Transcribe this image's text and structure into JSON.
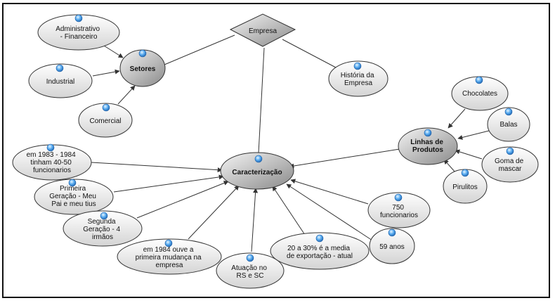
{
  "diagram": {
    "root": "Empresa",
    "nodes": {
      "empresa": [
        "Empresa"
      ],
      "setores": [
        "Setores"
      ],
      "administrativo": [
        "Administrativo",
        "- Financeiro"
      ],
      "industrial": [
        "Industrial"
      ],
      "comercial": [
        "Comercial"
      ],
      "historia": [
        "História da",
        "Empresa"
      ],
      "caracterizacao": [
        "Caracterização"
      ],
      "linhas": [
        "Linhas de",
        "Produtos"
      ],
      "chocolates": [
        "Chocolates"
      ],
      "balas": [
        "Balas"
      ],
      "goma": [
        "Goma de",
        "mascar"
      ],
      "pirulitos": [
        "Pirulitos"
      ],
      "em1983": [
        "em 1983 - 1984",
        "tinham 40-50",
        "funcionarios"
      ],
      "primeira": [
        "Primeira",
        "Geração - Meu",
        "Pai e meu tius"
      ],
      "segunda": [
        "Segunda",
        "Geração - 4",
        "irmãos"
      ],
      "em1984": [
        "em 1984 ouve a",
        "primeira mudança na",
        "empresa"
      ],
      "atuacao": [
        "Atuação no",
        "RS e SC"
      ],
      "exportacao": [
        "20 a 30% é a media",
        "de exportação - atual"
      ],
      "anos59": [
        "59 anos"
      ],
      "funcionarios750": [
        "750",
        "funcionarios"
      ]
    },
    "colors": {
      "node_light": "#f2f2f2",
      "node_mid": "#d9d9d9",
      "hub_dark": "#8f8f8f",
      "stroke": "#333333",
      "bullet": "#3a8fd8"
    }
  }
}
